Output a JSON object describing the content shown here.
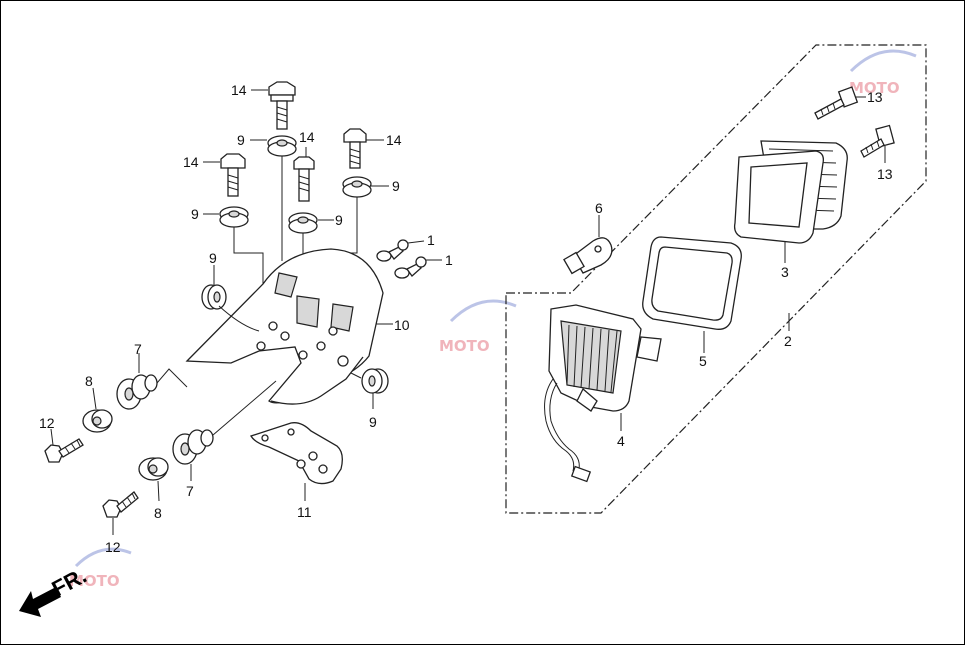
{
  "diagram": {
    "orientation_label": "FR.",
    "watermark_text": "MOTO",
    "callouts": {
      "c14a": "14",
      "c14b": "14",
      "c14c": "14",
      "c14d": "14",
      "c9a": "9",
      "c9b": "9",
      "c9c": "9",
      "c9d": "9",
      "c9e": "9",
      "c9f": "9",
      "c1a": "1",
      "c1b": "1",
      "c10": "10",
      "c11": "11",
      "c7a": "7",
      "c7b": "7",
      "c8a": "8",
      "c8b": "8",
      "c12a": "12",
      "c12b": "12",
      "c6": "6",
      "c5": "5",
      "c4": "4",
      "c3": "3",
      "c2": "2",
      "c13a": "13",
      "c13b": "13"
    }
  }
}
